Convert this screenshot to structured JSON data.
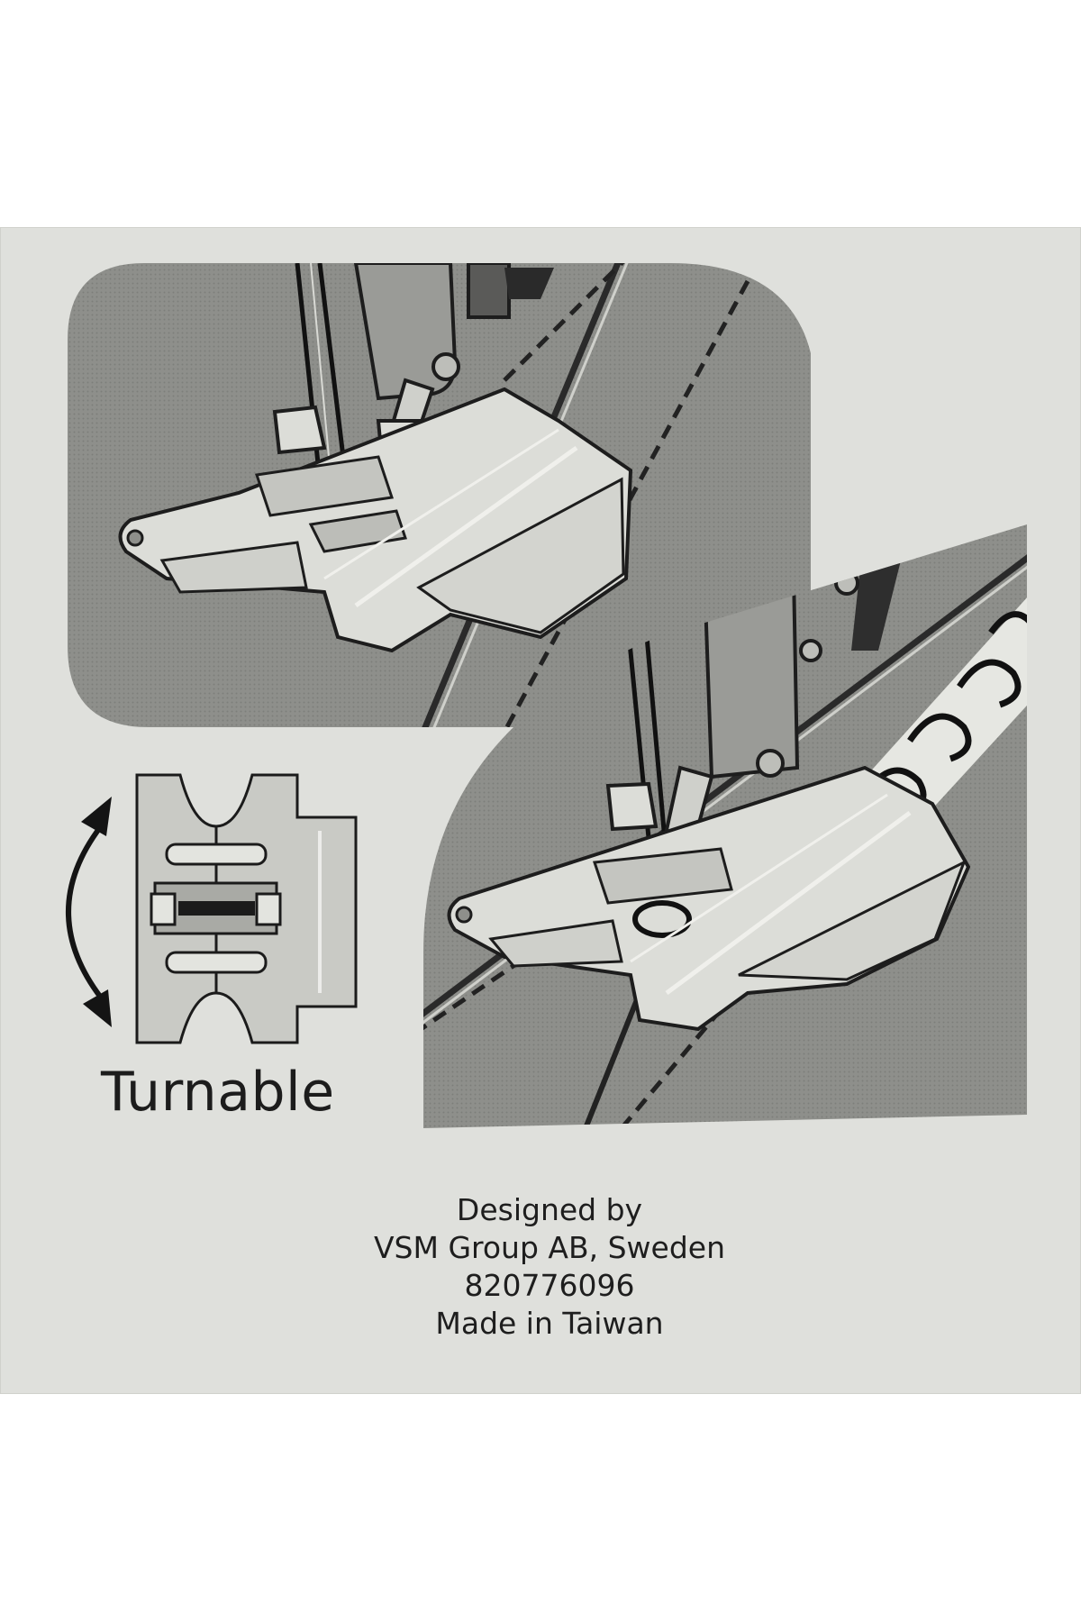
{
  "label": {
    "turnable": "Turnable"
  },
  "credits": {
    "line1": "Designed by",
    "line2": "VSM Group AB, Sweden",
    "line3": "820776096",
    "line4": "Made in Taiwan"
  },
  "icons": {
    "rotate_arrow": "curved-double-arrow-icon"
  },
  "colors": {
    "card_background": "#dfe0dc",
    "panel_gray": "#8e8f8b",
    "foot_light": "#dcddd8",
    "ink": "#1c1c1c"
  }
}
